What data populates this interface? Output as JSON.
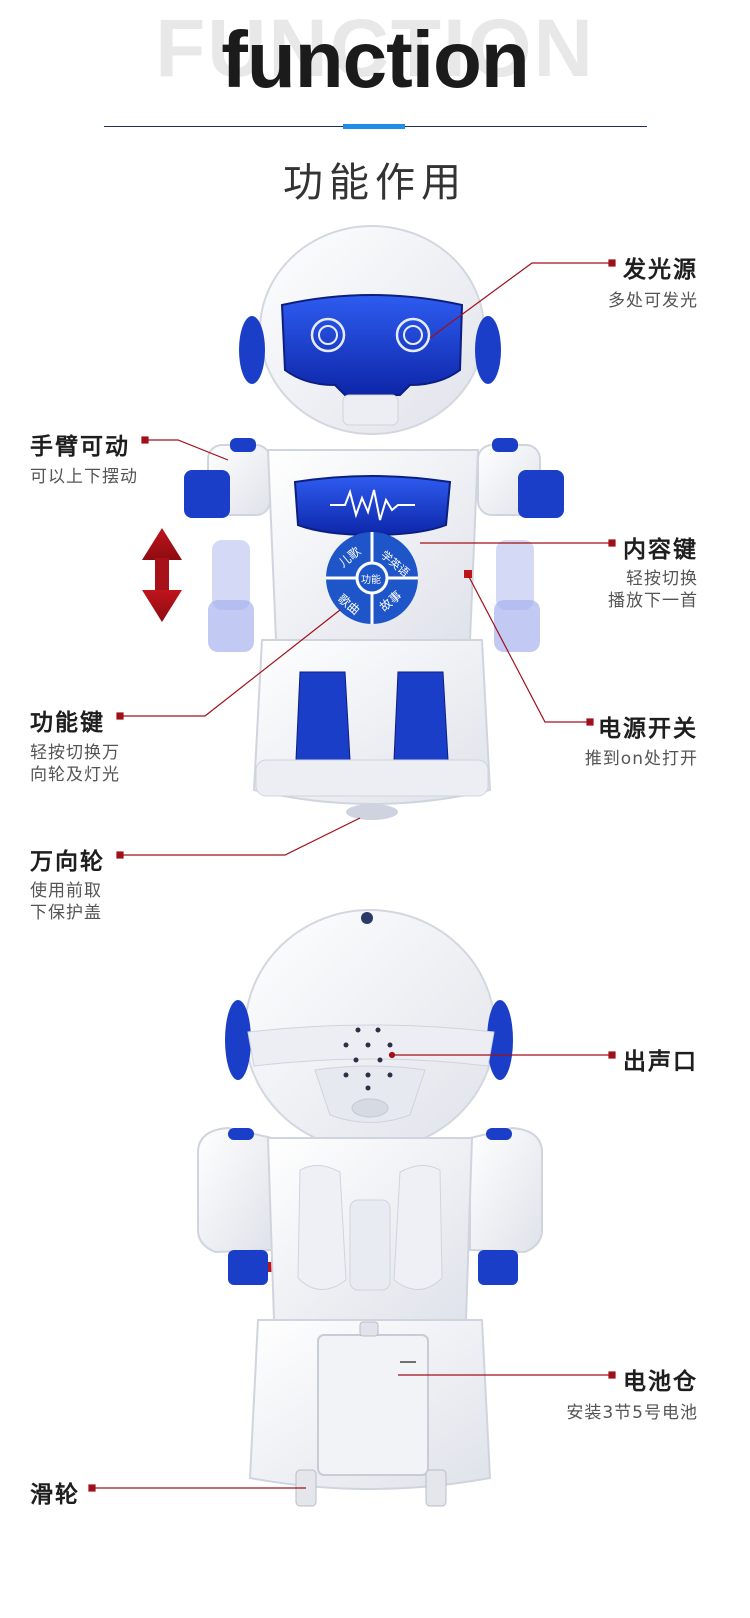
{
  "header": {
    "ghost_text": "FUNCTION",
    "title": "function",
    "subtitle": "功能作用"
  },
  "colors": {
    "accent_line": "#1e8ee8",
    "leader_line": "#a0101a",
    "robot_blue": "#1a3ec8"
  },
  "front": {
    "button_labels": {
      "top_left": "儿歌",
      "top_right": "学英语",
      "center": "功能",
      "bottom_left": "歌曲",
      "bottom_right": "故事"
    },
    "callouts": {
      "light_source": {
        "title": "发光源",
        "desc": "多处可发光"
      },
      "arm": {
        "title": "手臂可动",
        "desc": "可以上下摆动"
      },
      "content_key": {
        "title": "内容键",
        "desc_line1": "轻按切换",
        "desc_line2": "播放下一首"
      },
      "function_key": {
        "title": "功能键",
        "desc_line1": "轻按切换万",
        "desc_line2": "向轮及灯光"
      },
      "power_switch": {
        "title": "电源开关",
        "desc": "推到on处打开"
      },
      "wheel": {
        "title": "万向轮",
        "desc_line1": "使用前取",
        "desc_line2": "下保护盖"
      }
    }
  },
  "back": {
    "callouts": {
      "speaker": {
        "title": "出声口"
      },
      "battery": {
        "title": "电池仓",
        "desc": "安装3节5号电池"
      },
      "pulley": {
        "title": "滑轮"
      }
    }
  }
}
